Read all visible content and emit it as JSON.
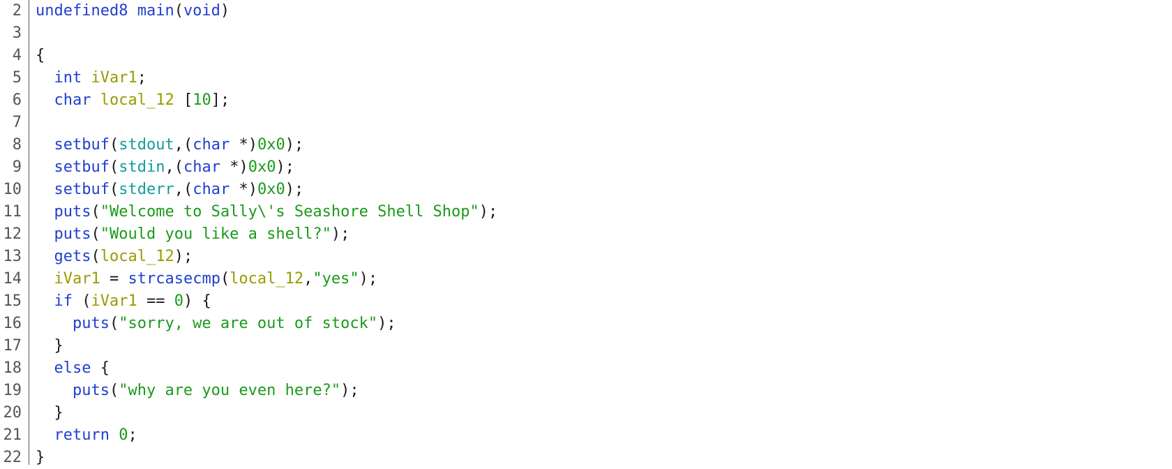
{
  "colors": {
    "default": "#1a1a1a",
    "type": "#1f3fd0",
    "keyword": "#1f3fd0",
    "function": "#1f3fd0",
    "variable": "#9a9a00",
    "global": "#129c9c",
    "string": "#1a9a1a",
    "number": "#1a9a1a",
    "line_number": "#555555"
  },
  "lines": [
    {
      "num": "2",
      "tokens": [
        {
          "t": "undefined8",
          "k": "type"
        },
        {
          "t": " ",
          "k": "default"
        },
        {
          "t": "main",
          "k": "function"
        },
        {
          "t": "(",
          "k": "default"
        },
        {
          "t": "void",
          "k": "type"
        },
        {
          "t": ")",
          "k": "default"
        }
      ]
    },
    {
      "num": "3",
      "tokens": []
    },
    {
      "num": "4",
      "tokens": [
        {
          "t": "{",
          "k": "default"
        }
      ]
    },
    {
      "num": "5",
      "tokens": [
        {
          "t": "  ",
          "k": "default"
        },
        {
          "t": "int",
          "k": "type"
        },
        {
          "t": " ",
          "k": "default"
        },
        {
          "t": "iVar1",
          "k": "variable"
        },
        {
          "t": ";",
          "k": "default"
        }
      ]
    },
    {
      "num": "6",
      "tokens": [
        {
          "t": "  ",
          "k": "default"
        },
        {
          "t": "char",
          "k": "type"
        },
        {
          "t": " ",
          "k": "default"
        },
        {
          "t": "local_12",
          "k": "variable"
        },
        {
          "t": " [",
          "k": "default"
        },
        {
          "t": "10",
          "k": "number"
        },
        {
          "t": "];",
          "k": "default"
        }
      ]
    },
    {
      "num": "7",
      "tokens": []
    },
    {
      "num": "8",
      "tokens": [
        {
          "t": "  ",
          "k": "default"
        },
        {
          "t": "setbuf",
          "k": "function"
        },
        {
          "t": "(",
          "k": "default"
        },
        {
          "t": "stdout",
          "k": "global"
        },
        {
          "t": ",(",
          "k": "default"
        },
        {
          "t": "char",
          "k": "type"
        },
        {
          "t": " *)",
          "k": "default"
        },
        {
          "t": "0x0",
          "k": "number"
        },
        {
          "t": ");",
          "k": "default"
        }
      ]
    },
    {
      "num": "9",
      "tokens": [
        {
          "t": "  ",
          "k": "default"
        },
        {
          "t": "setbuf",
          "k": "function"
        },
        {
          "t": "(",
          "k": "default"
        },
        {
          "t": "stdin",
          "k": "global"
        },
        {
          "t": ",(",
          "k": "default"
        },
        {
          "t": "char",
          "k": "type"
        },
        {
          "t": " *)",
          "k": "default"
        },
        {
          "t": "0x0",
          "k": "number"
        },
        {
          "t": ");",
          "k": "default"
        }
      ]
    },
    {
      "num": "10",
      "tokens": [
        {
          "t": "  ",
          "k": "default"
        },
        {
          "t": "setbuf",
          "k": "function"
        },
        {
          "t": "(",
          "k": "default"
        },
        {
          "t": "stderr",
          "k": "global"
        },
        {
          "t": ",(",
          "k": "default"
        },
        {
          "t": "char",
          "k": "type"
        },
        {
          "t": " *)",
          "k": "default"
        },
        {
          "t": "0x0",
          "k": "number"
        },
        {
          "t": ");",
          "k": "default"
        }
      ]
    },
    {
      "num": "11",
      "tokens": [
        {
          "t": "  ",
          "k": "default"
        },
        {
          "t": "puts",
          "k": "function"
        },
        {
          "t": "(",
          "k": "default"
        },
        {
          "t": "\"Welcome to Sally\\'s Seashore Shell Shop\"",
          "k": "string"
        },
        {
          "t": ");",
          "k": "default"
        }
      ]
    },
    {
      "num": "12",
      "tokens": [
        {
          "t": "  ",
          "k": "default"
        },
        {
          "t": "puts",
          "k": "function"
        },
        {
          "t": "(",
          "k": "default"
        },
        {
          "t": "\"Would you like a shell?\"",
          "k": "string"
        },
        {
          "t": ");",
          "k": "default"
        }
      ]
    },
    {
      "num": "13",
      "tokens": [
        {
          "t": "  ",
          "k": "default"
        },
        {
          "t": "gets",
          "k": "function"
        },
        {
          "t": "(",
          "k": "default"
        },
        {
          "t": "local_12",
          "k": "variable"
        },
        {
          "t": ");",
          "k": "default"
        }
      ]
    },
    {
      "num": "14",
      "tokens": [
        {
          "t": "  ",
          "k": "default"
        },
        {
          "t": "iVar1",
          "k": "variable"
        },
        {
          "t": " = ",
          "k": "default"
        },
        {
          "t": "strcasecmp",
          "k": "function"
        },
        {
          "t": "(",
          "k": "default"
        },
        {
          "t": "local_12",
          "k": "variable"
        },
        {
          "t": ",",
          "k": "default"
        },
        {
          "t": "\"yes\"",
          "k": "string"
        },
        {
          "t": ");",
          "k": "default"
        }
      ]
    },
    {
      "num": "15",
      "tokens": [
        {
          "t": "  ",
          "k": "default"
        },
        {
          "t": "if",
          "k": "keyword"
        },
        {
          "t": " (",
          "k": "default"
        },
        {
          "t": "iVar1",
          "k": "variable"
        },
        {
          "t": " == ",
          "k": "default"
        },
        {
          "t": "0",
          "k": "number"
        },
        {
          "t": ") {",
          "k": "default"
        }
      ]
    },
    {
      "num": "16",
      "tokens": [
        {
          "t": "    ",
          "k": "default"
        },
        {
          "t": "puts",
          "k": "function"
        },
        {
          "t": "(",
          "k": "default"
        },
        {
          "t": "\"sorry, we are out of stock\"",
          "k": "string"
        },
        {
          "t": ");",
          "k": "default"
        }
      ]
    },
    {
      "num": "17",
      "tokens": [
        {
          "t": "  }",
          "k": "default"
        }
      ]
    },
    {
      "num": "18",
      "tokens": [
        {
          "t": "  ",
          "k": "default"
        },
        {
          "t": "else",
          "k": "keyword"
        },
        {
          "t": " {",
          "k": "default"
        }
      ]
    },
    {
      "num": "19",
      "tokens": [
        {
          "t": "    ",
          "k": "default"
        },
        {
          "t": "puts",
          "k": "function"
        },
        {
          "t": "(",
          "k": "default"
        },
        {
          "t": "\"why are you even here?\"",
          "k": "string"
        },
        {
          "t": ");",
          "k": "default"
        }
      ]
    },
    {
      "num": "20",
      "tokens": [
        {
          "t": "  }",
          "k": "default"
        }
      ]
    },
    {
      "num": "21",
      "tokens": [
        {
          "t": "  ",
          "k": "default"
        },
        {
          "t": "return",
          "k": "keyword"
        },
        {
          "t": " ",
          "k": "default"
        },
        {
          "t": "0",
          "k": "number"
        },
        {
          "t": ";",
          "k": "default"
        }
      ]
    },
    {
      "num": "22",
      "tokens": [
        {
          "t": "}",
          "k": "default"
        }
      ]
    }
  ]
}
